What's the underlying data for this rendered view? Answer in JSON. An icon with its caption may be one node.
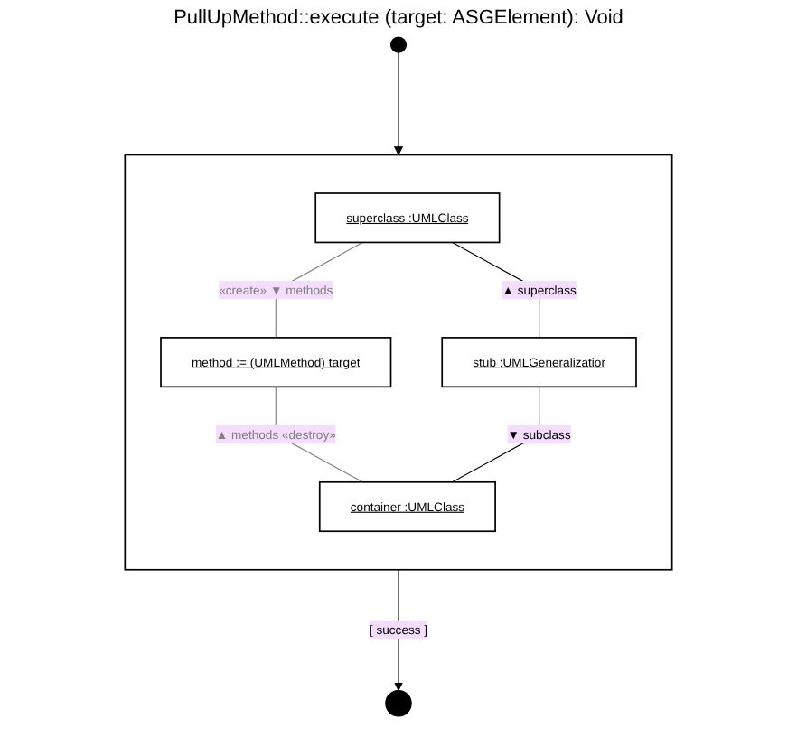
{
  "diagram": {
    "title": "PullUpMethod::execute (target: ASGElement): Void",
    "nodes": [
      {
        "text": [],
        "shape": "circle"
      },
      {
        "text": [],
        "shape": "box"
      },
      {
        "text": [
          "superclass :UMLClass"
        ],
        "in": 1
      },
      {
        "text": [
          "method := (UMLMethod) target"
        ],
        "in": 1
      },
      {
        "text": [
          "stub :UMLGeneralizatior"
        ],
        "in": 1
      },
      {
        "text": [
          "container :UMLClass"
        ],
        "in": 1
      },
      {
        "text": [],
        "shape": "bullseye"
      }
    ],
    "edges": [
      {
        "from": 0,
        "to": 1,
        "arrow": "to"
      },
      {
        "from": 2,
        "to": 3,
        "arrow": "none",
        "label": "«create» ▼ methods",
        "color": "#808080"
      },
      {
        "from": 2,
        "to": 4,
        "arrow": "none",
        "label": "▲ superclass"
      },
      {
        "from": 3,
        "to": 5,
        "arrow": "none",
        "label": "▲ methods «destroy»",
        "color": "#808080"
      },
      {
        "from": 4,
        "to": 5,
        "arrow": "none",
        "label": "▼ subclass"
      },
      {
        "from": 1,
        "to": 6,
        "arrow": "to",
        "label": "[ success ]"
      }
    ]
  }
}
